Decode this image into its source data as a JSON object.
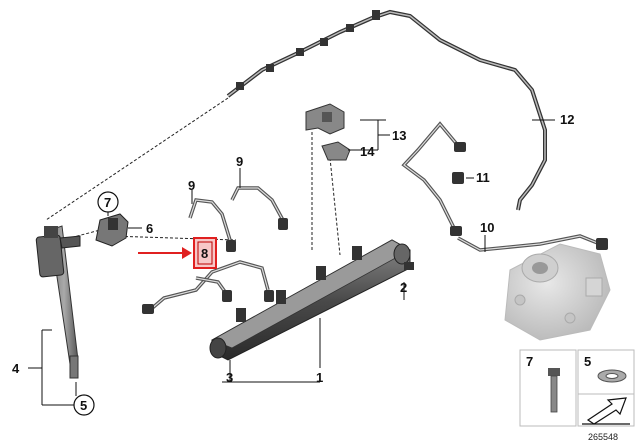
{
  "callouts": {
    "c1": "1",
    "c2": "2",
    "c3": "3",
    "c4": "4",
    "c5": "5",
    "c6": "6",
    "c7": "7",
    "c8": "8",
    "c9a": "9",
    "c9b": "9",
    "c10": "10",
    "c11": "11",
    "c12": "12",
    "c13": "13",
    "c14": "14"
  },
  "legend": {
    "item7": "7",
    "item5": "5"
  },
  "diagram_number": "265548",
  "colors": {
    "highlight": "#e02020",
    "highlight_fill": "#f7c8c8",
    "parts": "#555555"
  }
}
